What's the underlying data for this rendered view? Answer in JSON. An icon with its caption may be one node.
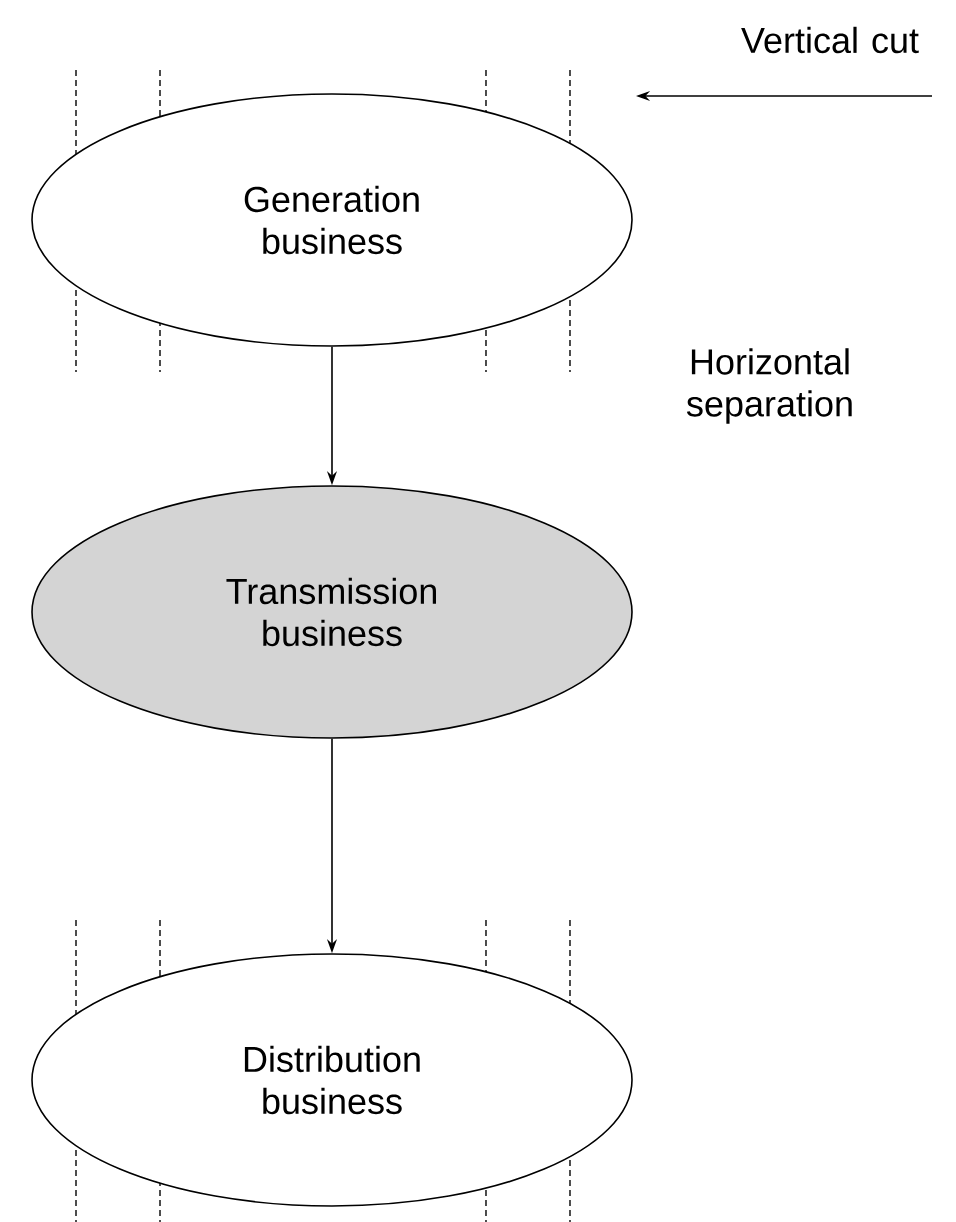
{
  "diagram": {
    "nodes": [
      {
        "text": [
          "Generation business"
        ]
      },
      {
        "text": [
          "Transmission business"
        ]
      },
      {
        "text": [
          "Distribution business"
        ]
      }
    ],
    "edges": [
      {
        "from": 0,
        "to": 1,
        "arrow": "to"
      },
      {
        "from": 1,
        "to": 2,
        "arrow": "to"
      }
    ],
    "labels": [
      "Vertical cut",
      "Horizontal separation"
    ]
  }
}
